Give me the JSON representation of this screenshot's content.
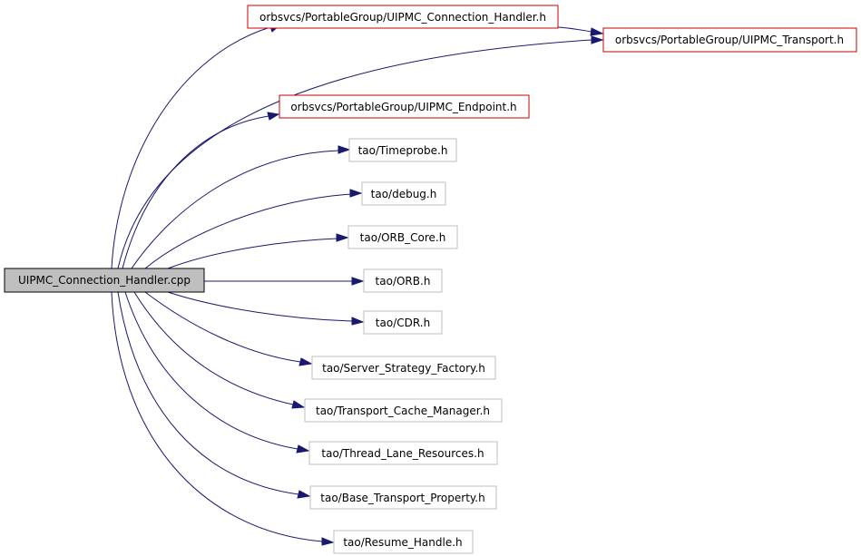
{
  "colors": {
    "root_fill": "#bfbfbf",
    "root_border": "#000000",
    "red_border": "#cc0000",
    "gray_border": "#bfbfbf",
    "edge": "#191970"
  },
  "nodes": {
    "root": "UIPMC_Connection_Handler.cpp",
    "conn_handler_h": "orbsvcs/PortableGroup/UIPMC_Connection_Handler.h",
    "transport_h": "orbsvcs/PortableGroup/UIPMC_Transport.h",
    "endpoint_h": "orbsvcs/PortableGroup/UIPMC_Endpoint.h",
    "timeprobe_h": "tao/Timeprobe.h",
    "debug_h": "tao/debug.h",
    "orb_core_h": "tao/ORB_Core.h",
    "orb_h": "tao/ORB.h",
    "cdr_h": "tao/CDR.h",
    "server_strategy_factory_h": "tao/Server_Strategy_Factory.h",
    "transport_cache_manager_h": "tao/Transport_Cache_Manager.h",
    "thread_lane_resources_h": "tao/Thread_Lane_Resources.h",
    "base_transport_property_h": "tao/Base_Transport_Property.h",
    "resume_handle_h": "tao/Resume_Handle.h"
  }
}
